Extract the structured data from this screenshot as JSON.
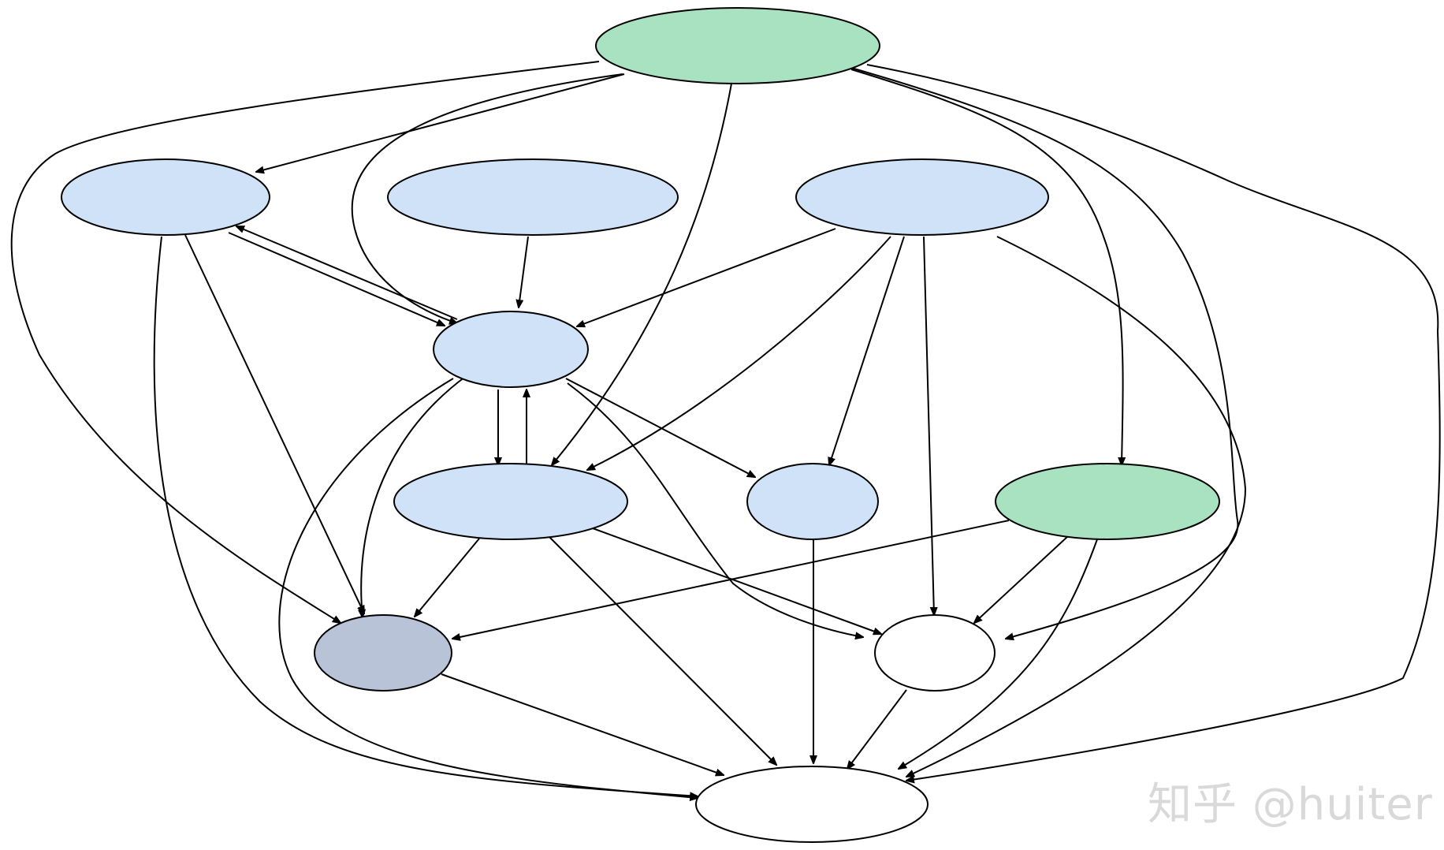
{
  "diagram": {
    "type": "directed-graph",
    "node_labels_visible": false,
    "colors": {
      "green": "#a8e2c0",
      "light_blue": "#cfe2f7",
      "slate": "#b9c3d8",
      "white": "#ffffff",
      "stroke": "#000000"
    },
    "nodes": [
      {
        "id": "top",
        "color": "green"
      },
      {
        "id": "left",
        "color": "light_blue"
      },
      {
        "id": "mid-top",
        "color": "light_blue"
      },
      {
        "id": "right-top",
        "color": "light_blue"
      },
      {
        "id": "center",
        "color": "light_blue"
      },
      {
        "id": "lower-left",
        "color": "light_blue"
      },
      {
        "id": "lower-mid",
        "color": "light_blue"
      },
      {
        "id": "right-green",
        "color": "green"
      },
      {
        "id": "dark",
        "color": "slate"
      },
      {
        "id": "small-white",
        "color": "white"
      },
      {
        "id": "bottom",
        "color": "white"
      }
    ],
    "edges": [
      [
        "top",
        "left"
      ],
      [
        "top",
        "center"
      ],
      [
        "top",
        "lower-left"
      ],
      [
        "top",
        "dark"
      ],
      [
        "top",
        "right-green"
      ],
      [
        "top",
        "small-white"
      ],
      [
        "top",
        "bottom"
      ],
      [
        "left",
        "center"
      ],
      [
        "center",
        "left"
      ],
      [
        "left",
        "dark"
      ],
      [
        "left",
        "bottom"
      ],
      [
        "mid-top",
        "center"
      ],
      [
        "right-top",
        "center"
      ],
      [
        "right-top",
        "lower-left"
      ],
      [
        "right-top",
        "lower-mid"
      ],
      [
        "right-top",
        "small-white"
      ],
      [
        "right-top",
        "bottom"
      ],
      [
        "center",
        "lower-left"
      ],
      [
        "lower-left",
        "center"
      ],
      [
        "center",
        "lower-mid"
      ],
      [
        "center",
        "dark"
      ],
      [
        "center",
        "small-white"
      ],
      [
        "center",
        "bottom"
      ],
      [
        "lower-left",
        "dark"
      ],
      [
        "lower-left",
        "small-white"
      ],
      [
        "lower-left",
        "bottom"
      ],
      [
        "lower-mid",
        "bottom"
      ],
      [
        "right-green",
        "dark"
      ],
      [
        "right-green",
        "small-white"
      ],
      [
        "right-green",
        "bottom"
      ],
      [
        "dark",
        "bottom"
      ],
      [
        "small-white",
        "bottom"
      ]
    ]
  },
  "watermark": {
    "text": "知乎 @huiter"
  }
}
